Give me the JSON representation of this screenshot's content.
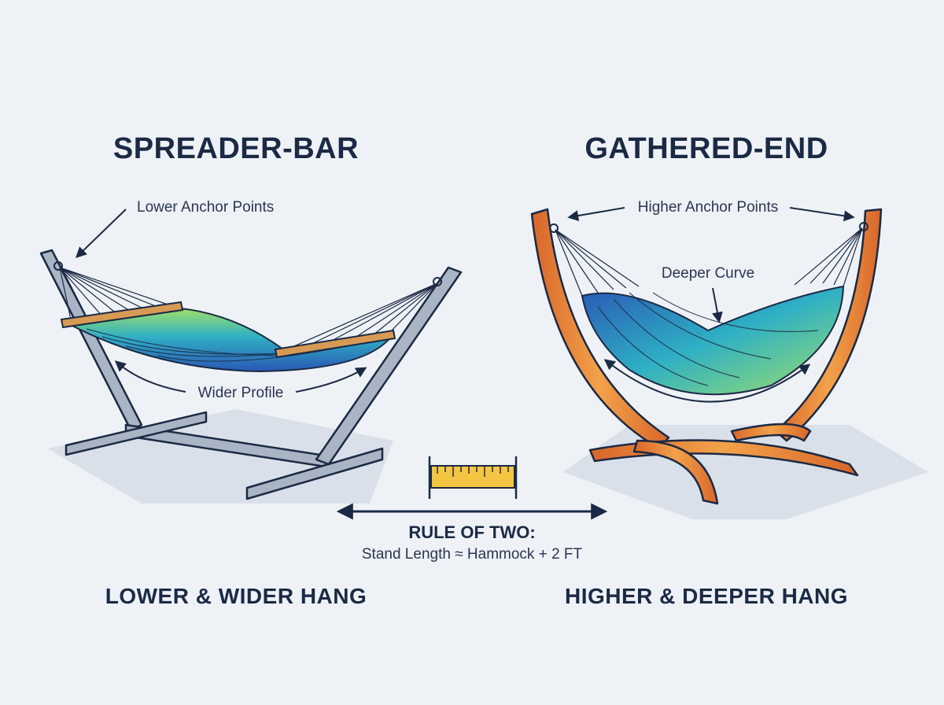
{
  "left": {
    "heading": "SPREADER-BAR",
    "anchor_label": "Lower Anchor Points",
    "profile_label": "Wider Profile",
    "footer": "LOWER & WIDER HANG"
  },
  "right": {
    "heading": "GATHERED-END",
    "anchor_label": "Higher Anchor Points",
    "curve_label": "Deeper Curve",
    "footer": "HIGHER & DEEPER HANG"
  },
  "rule": {
    "title": "RULE OF TWO:",
    "formula": "Stand Length ≈ Hammock + 2 FT"
  },
  "colors": {
    "background": "#eef2f7",
    "ink": "#1b2a44",
    "steel": "#9aa7b8",
    "wood": "#e08a3a",
    "spreader_wood": "#d79a55",
    "fabric_green": "#8ee06a",
    "fabric_teal": "#2fa9c9",
    "fabric_blue": "#2f5fb8",
    "ruler_yellow": "#f4c542"
  },
  "icons": [
    "measuring-tape-icon",
    "double-arrow-icon"
  ]
}
